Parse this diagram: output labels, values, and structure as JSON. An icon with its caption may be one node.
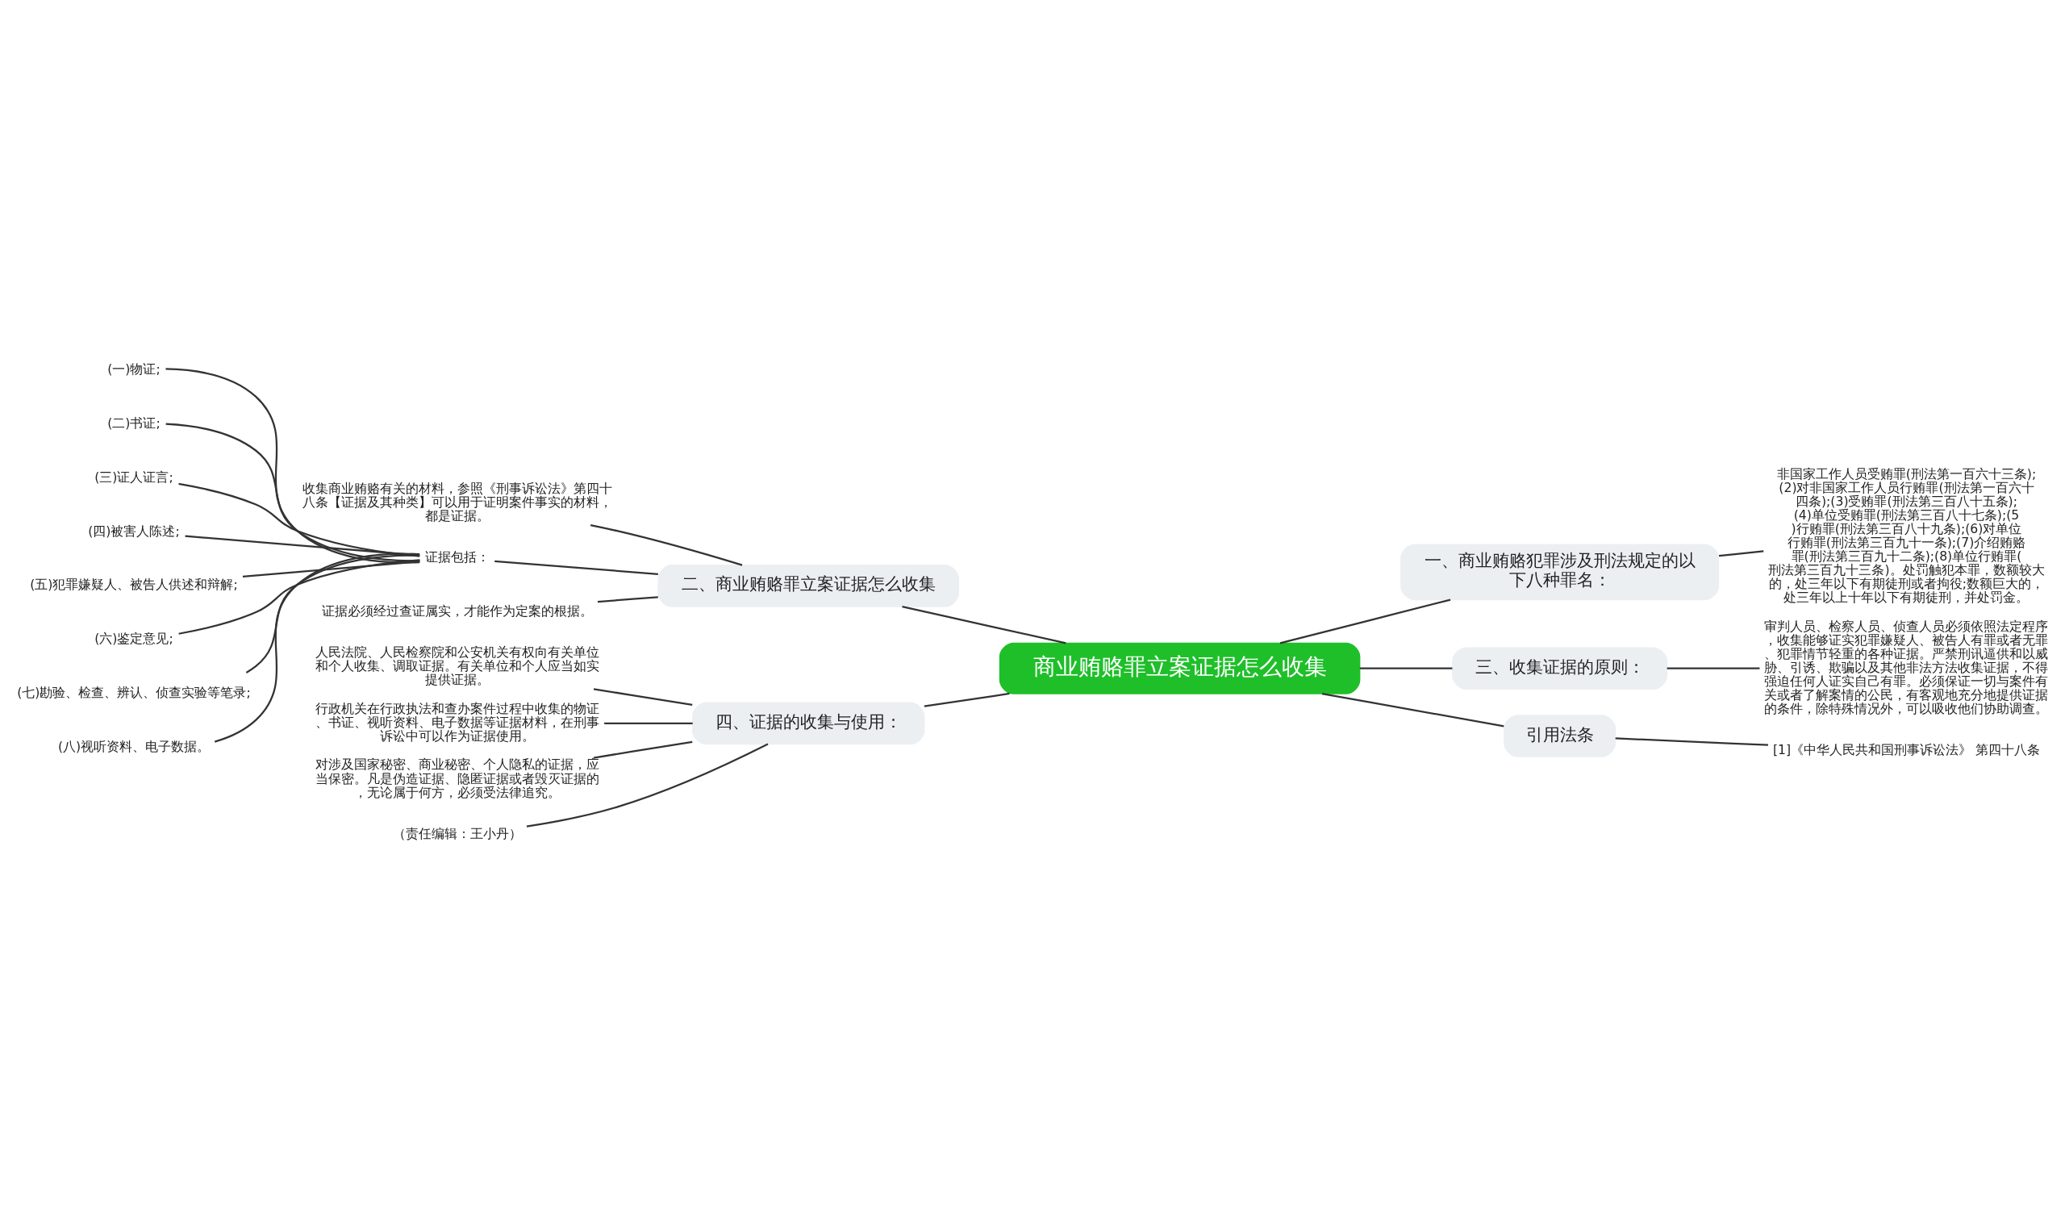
{
  "diagram": {
    "nodes": [
      {
        "text": [
          "商业贿赂罪立案证据怎么收集"
        ]
      },
      {
        "text": [
          "一、商业贿赂犯罪涉及刑法规定的以下八种罪名："
        ]
      },
      {
        "text": [
          "非国家工作人员受贿罪(刑法第一百六十三条);(2)对非国家工作人员行贿罪(刑法第一百六十四条);(3)受贿罪(刑法第三百八十五条);(4)单位受贿罪(刑法第三百八十七条);(5)行贿罪(刑法第三百八十九条);(6)对单位行贿罪(刑法第三百九十一条);(7)介绍贿赂罪(刑法第三百九十二条);(8)单位行贿罪(刑法第三百九十三条)。处罚触犯本罪，数额较大的，处三年以下有期徒刑或者拘役;数额巨大的，处三年以上十年以下有期徒刑，并处罚金。"
        ]
      },
      {
        "text": [
          "三、收集证据的原则："
        ]
      },
      {
        "text": [
          "审判人员、检察人员、侦查人员必须依照法定程序，收集能够证实犯罪嫌疑人、被告人有罪或者无罪、犯罪情节轻重的各种证据。严禁刑讯逼供和以威胁、引诱、欺骗以及其他非法方法收集证据，不得强迫任何人证实自己有罪。必须保证一切与案件有关或者了解案情的公民，有客观地充分地提供证据的条件，除特殊情况外，可以吸收他们协助调查。"
        ]
      },
      {
        "text": [
          "引用法条"
        ]
      },
      {
        "text": [
          "[1]《中华人民共和国刑事诉讼法》 第四十八条"
        ]
      },
      {
        "text": [
          "二、商业贿赂罪立案证据怎么收集"
        ]
      },
      {
        "text": [
          "收集商业贿赂有关的材料，参照《刑事诉讼法》第四十八条【证据及其种类】可以用于证明案件事实的材料，都是证据。"
        ]
      },
      {
        "text": [
          "证据包括："
        ]
      },
      {
        "text": [
          "(一)物证;"
        ]
      },
      {
        "text": [
          "(二)书证;"
        ]
      },
      {
        "text": [
          "(三)证人证言;"
        ]
      },
      {
        "text": [
          "(四)被害人陈述;"
        ]
      },
      {
        "text": [
          "(五)犯罪嫌疑人、被告人供述和辩解;"
        ]
      },
      {
        "text": [
          "(六)鉴定意见;"
        ]
      },
      {
        "text": [
          "(七)勘验、检查、辨认、侦查实验等笔录;"
        ]
      },
      {
        "text": [
          "(八)视听资料、电子数据。"
        ]
      },
      {
        "text": [
          "证据必须经过查证属实，才能作为定案的根据。"
        ]
      },
      {
        "text": [
          "四、证据的收集与使用："
        ]
      },
      {
        "text": [
          "人民法院、人民检察院和公安机关有权向有关单位和个人收集、调取证据。有关单位和个人应当如实提供证据。"
        ]
      },
      {
        "text": [
          "行政机关在行政执法和查办案件过程中收集的物证、书证、视听资料、电子数据等证据材料，在刑事诉讼中可以作为证据使用。"
        ]
      },
      {
        "text": [
          "对涉及国家秘密、商业秘密、个人隐私的证据，应当保密。凡是伪造证据、隐匿证据或者毁灭证据的，无论属于何方，必须受法律追究。"
        ]
      },
      {
        "text": [
          "（责任编辑：王小丹）"
        ]
      }
    ],
    "edges": [
      {
        "from": 0,
        "to": 1,
        "arrow": "none"
      },
      {
        "from": 1,
        "to": 2,
        "arrow": "none"
      },
      {
        "from": 0,
        "to": 3,
        "arrow": "none"
      },
      {
        "from": 3,
        "to": 4,
        "arrow": "none"
      },
      {
        "from": 0,
        "to": 5,
        "arrow": "none"
      },
      {
        "from": 5,
        "to": 6,
        "arrow": "none"
      },
      {
        "from": 0,
        "to": 7,
        "arrow": "none"
      },
      {
        "from": 7,
        "to": 8,
        "arrow": "none"
      },
      {
        "from": 7,
        "to": 9,
        "arrow": "none"
      },
      {
        "from": 9,
        "to": 10,
        "arrow": "none"
      },
      {
        "from": 9,
        "to": 11,
        "arrow": "none"
      },
      {
        "from": 9,
        "to": 12,
        "arrow": "none"
      },
      {
        "from": 9,
        "to": 13,
        "arrow": "none"
      },
      {
        "from": 9,
        "to": 14,
        "arrow": "none"
      },
      {
        "from": 9,
        "to": 15,
        "arrow": "none"
      },
      {
        "from": 9,
        "to": 16,
        "arrow": "none"
      },
      {
        "from": 9,
        "to": 17,
        "arrow": "none"
      },
      {
        "from": 7,
        "to": 18,
        "arrow": "none"
      },
      {
        "from": 0,
        "to": 19,
        "arrow": "none"
      },
      {
        "from": 19,
        "to": 20,
        "arrow": "none"
      },
      {
        "from": 19,
        "to": 21,
        "arrow": "none"
      },
      {
        "from": 19,
        "to": 22,
        "arrow": "none"
      },
      {
        "from": 19,
        "to": 23,
        "arrow": "none"
      }
    ]
  }
}
